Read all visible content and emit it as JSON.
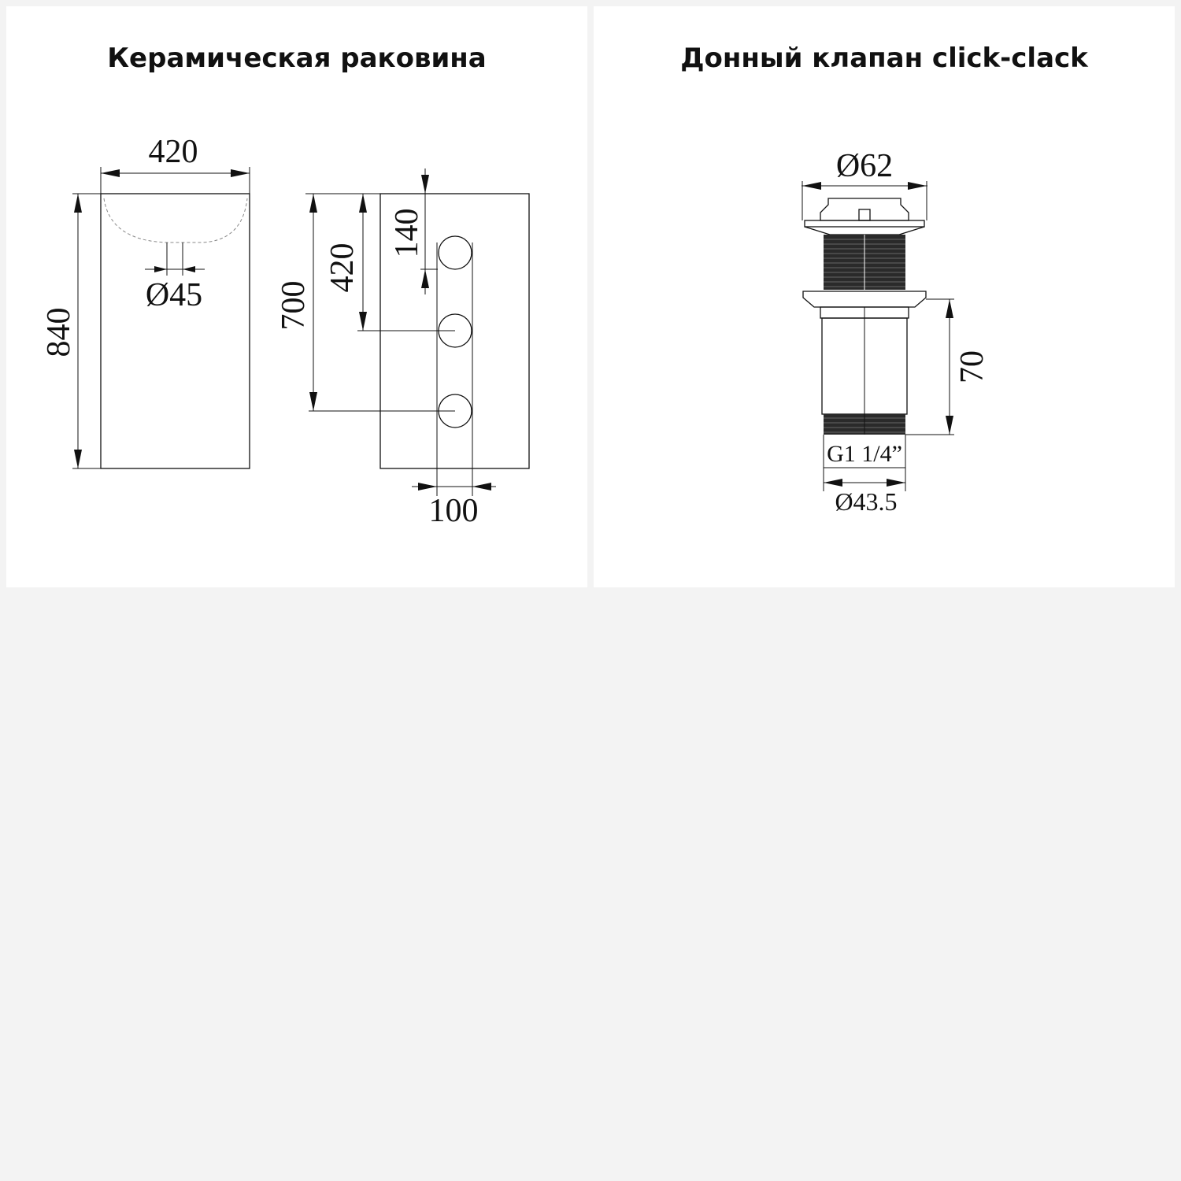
{
  "panels": {
    "sink": {
      "title": "Керамическая раковина",
      "dims": {
        "width": "420",
        "height": "840",
        "drain_diameter": "Ø45",
        "hole_from_top_1": "140",
        "hole_from_top_2": "420",
        "hole_from_top_3": "700",
        "hole_width": "100"
      }
    },
    "valve": {
      "title": "Донный клапан click-clack",
      "dims": {
        "top_diameter": "Ø62",
        "height": "70",
        "thread": "G1 1/4”",
        "bottom_diameter": "Ø43.5"
      }
    }
  },
  "colors": {
    "background": "#f3f3f3",
    "panel": "#ffffff",
    "line": "#111111"
  }
}
